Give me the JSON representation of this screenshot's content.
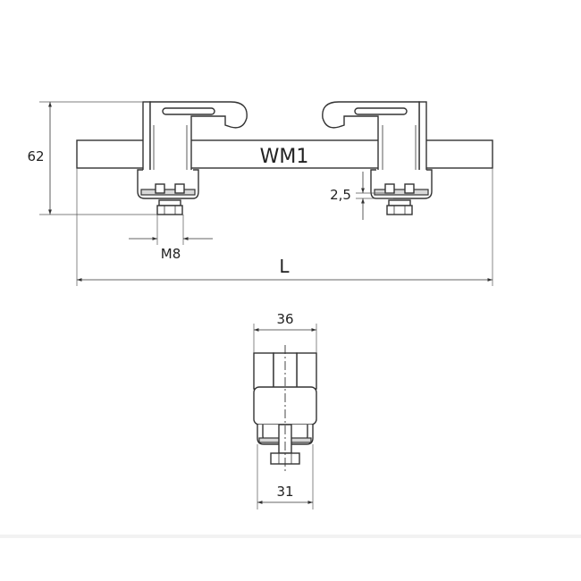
{
  "drawing": {
    "product_label": "WM1",
    "dimensions": {
      "height": "62",
      "clearance": "2,5",
      "bolt": "M8",
      "length": "L",
      "top_width": "36",
      "bottom_width": "31"
    }
  }
}
